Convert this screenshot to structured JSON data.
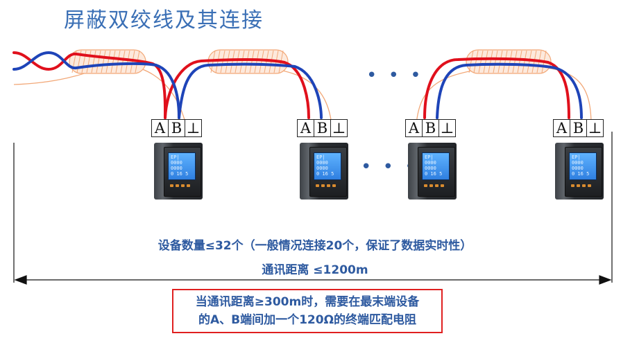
{
  "title": "屏蔽双绞线及其连接",
  "terminal_labels": [
    "A",
    "B",
    "⊥"
  ],
  "meter_screen": {
    "line1": "EP|",
    "line2": "0000",
    "line3": "0000",
    "line4": "0 16 5"
  },
  "ellipsis_top": "• • •",
  "ellipsis_mid": "• • •",
  "device_count_text": "设备数量≤32个（一般情况连接20个，保证了数据实时性）",
  "distance_text": "通讯距离 ≤1200m",
  "note": {
    "line1": "当通讯距离≥300m时，需要在最末端设备",
    "line2": "的A、B端间加一个120Ω的终端匹配电阻"
  },
  "colors": {
    "title": "#3a6fb5",
    "text": "#2e5aa0",
    "wire_red": "#e0101c",
    "wire_blue": "#1e44b8",
    "shield": "#f2a878",
    "note_border": "#e02020"
  }
}
